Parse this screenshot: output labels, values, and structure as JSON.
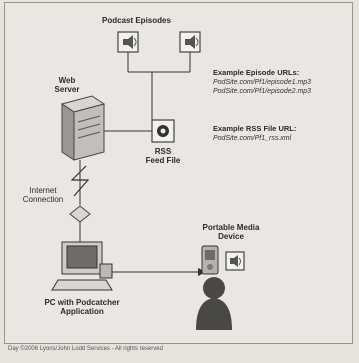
{
  "labels": {
    "podcast_episodes": "Podcast Episodes",
    "web_server_line1": "Web",
    "web_server_line2": "Server",
    "internet_line1": "Internet",
    "internet_line2": "Connection",
    "rss_line1": "RSS",
    "rss_line2": "Feed File",
    "portable_line1": "Portable Media",
    "portable_line2": "Device",
    "pc_line1": "PC with Podcatcher",
    "pc_line2": "Application"
  },
  "episode_urls": {
    "heading": "Example Episode URLs:",
    "lines": [
      "PodSite.com/Pf1/episode1.mp3",
      "PodSite.com/Pf1/episode2.mp3"
    ]
  },
  "rss_url": {
    "heading": "Example RSS File URL:",
    "line": "PodSite.com/Pf1_rss.xml"
  },
  "caption": "Day  ©2006 Lyons/John Lodd Services - All rights reserved"
}
